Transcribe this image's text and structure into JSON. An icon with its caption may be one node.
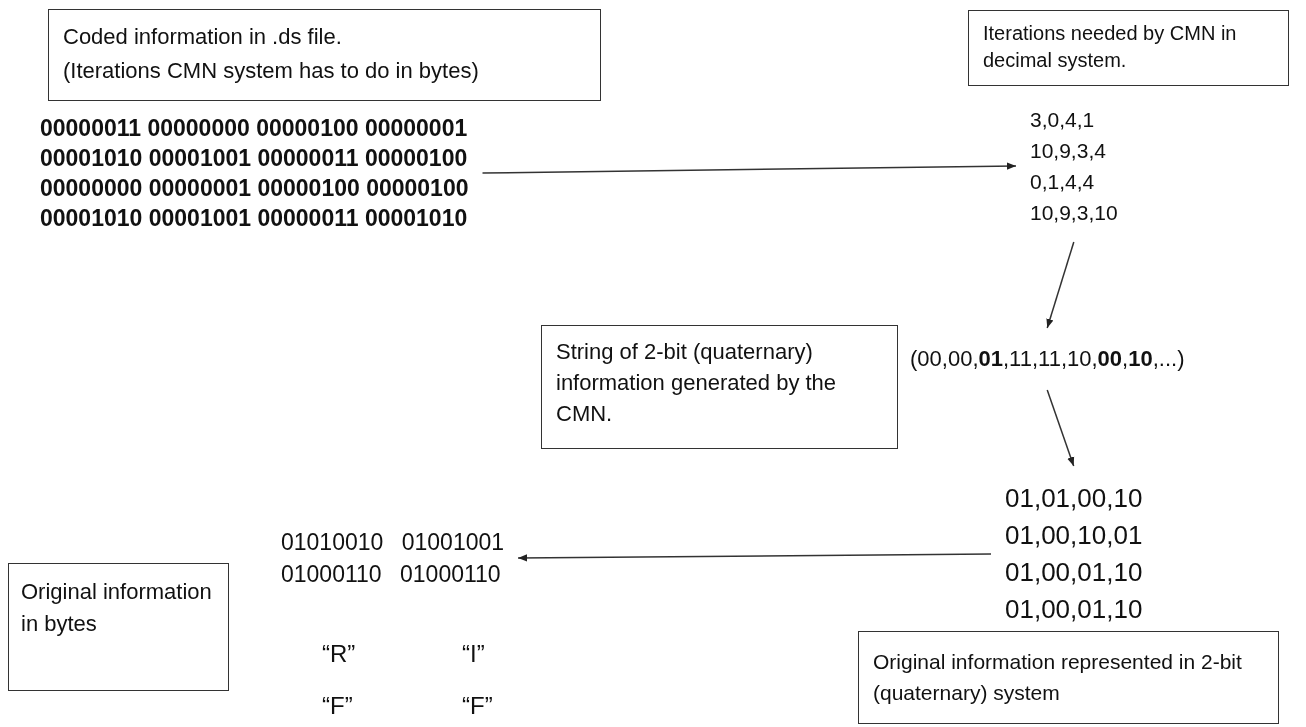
{
  "diagram": {
    "nodes": [
      {
        "text": [
          "Coded information in .ds file.",
          "(Iterations CMN system has to do in bytes)"
        ]
      },
      {
        "text": [
          "Iterations needed by CMN in decimal system."
        ]
      },
      {
        "text": [
          "00000011 00000000 00000100 00000001",
          "00001010 00001001 00000011 00000100",
          "00000000 00000001 00000100 00000100",
          "00001010 00001001 00000011 00001010"
        ]
      },
      {
        "text": [
          "3,0,4,1",
          "10,9,3,4",
          "0,1,4,4",
          "10,9,3,10"
        ]
      },
      {
        "text": [
          "String of 2-bit (quaternary) information generated by the CMN."
        ]
      },
      {
        "text": [
          "(00,00,**01**,11,11,10,**00**,**10**,...)"
        ]
      },
      {
        "text": [
          "01,01,00,10",
          "01,00,10,01",
          "01,00,01,10",
          "01,00,01,10"
        ]
      },
      {
        "text": [
          "01010010 01001001",
          "01000110 01000110"
        ]
      },
      {
        "text": [
          "Original information in bytes"
        ]
      },
      {
        "text": [
          "Original information represented in 2-bit (quaternary) system"
        ]
      }
    ],
    "edges": [
      {
        "from": 2,
        "to": 3,
        "arrow": "to"
      },
      {
        "from": 3,
        "to": 5,
        "arrow": "to"
      },
      {
        "from": 5,
        "to": 6,
        "arrow": "to"
      },
      {
        "from": 6,
        "to": 7,
        "arrow": "to"
      }
    ],
    "labels": [
      "“R”",
      "“I”",
      "“F”",
      "“F”"
    ]
  }
}
